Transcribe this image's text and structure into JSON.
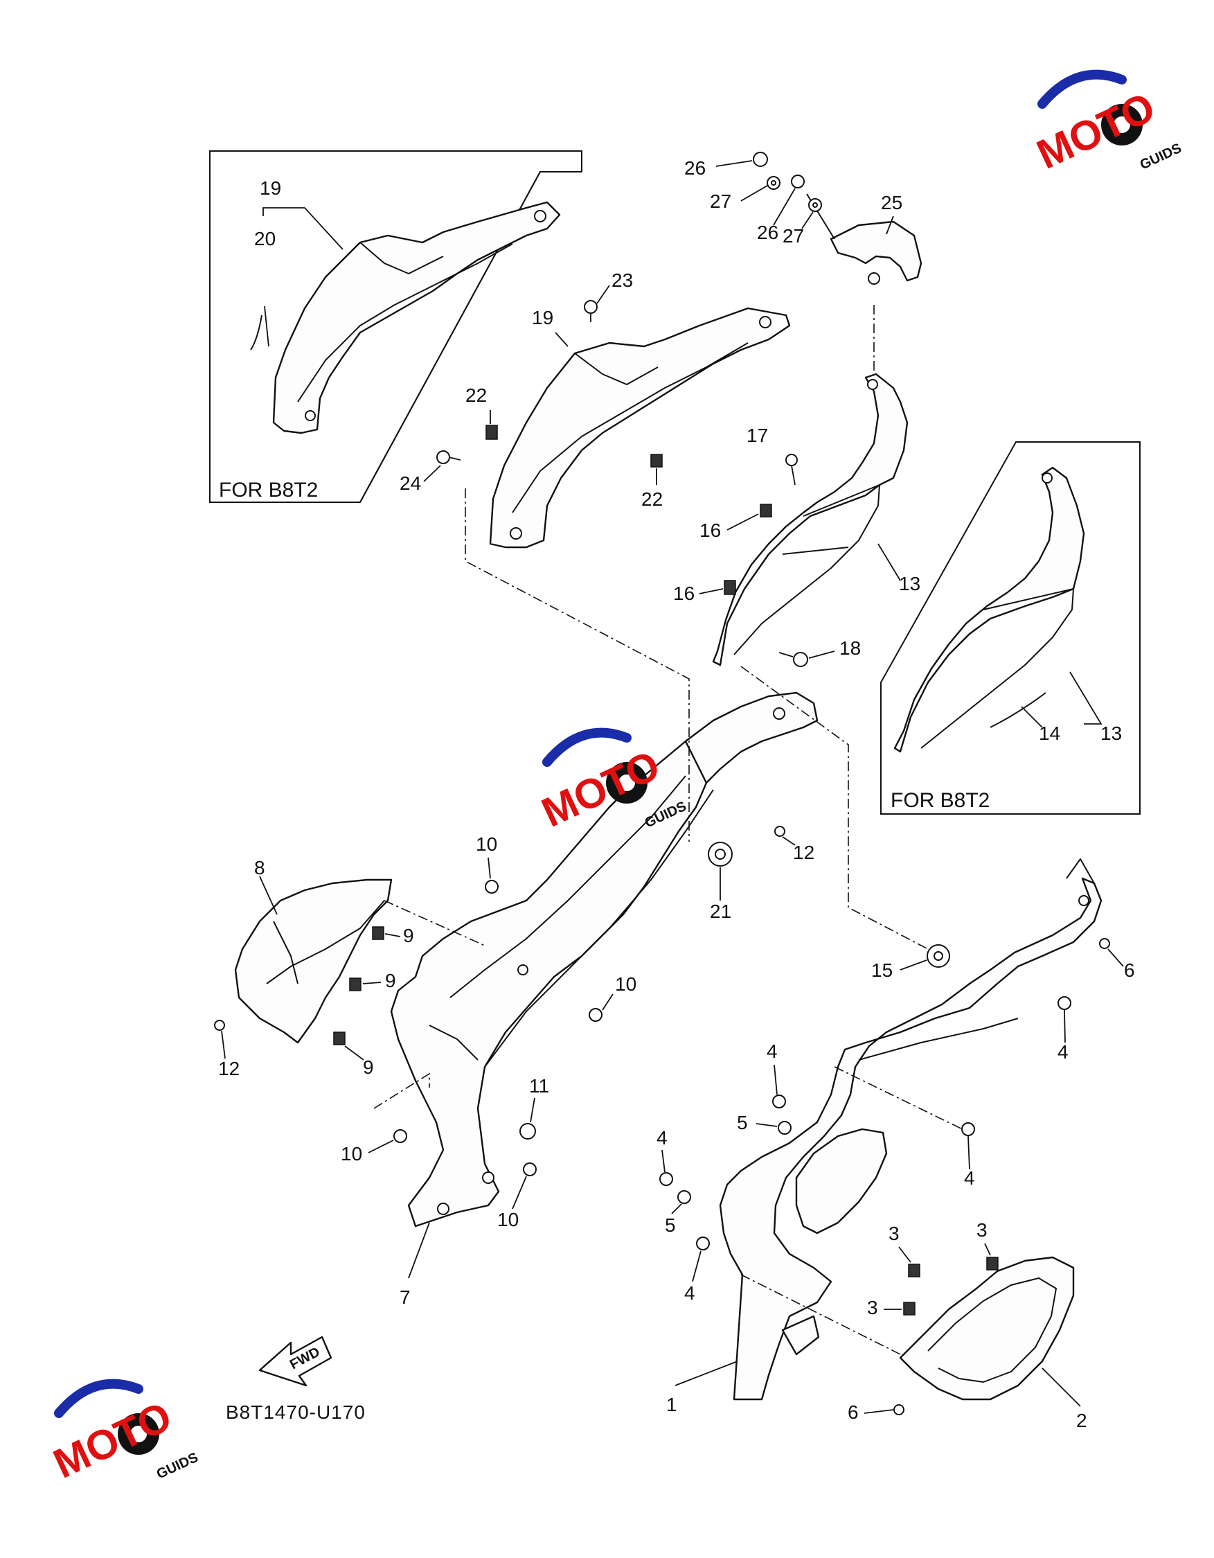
{
  "diagram": {
    "code": "B8T1470-U170",
    "fwd_label": "FWD",
    "inset_label_1": "FOR B8T2",
    "inset_label_2": "FOR B8T2",
    "callouts": {
      "c1": "1",
      "c2": "2",
      "c3a": "3",
      "c3b": "3",
      "c3c": "3",
      "c4a": "4",
      "c4b": "4",
      "c4c": "4",
      "c4d": "4",
      "c4e": "4",
      "c5a": "5",
      "c5b": "5",
      "c6a": "6",
      "c6b": "6",
      "c7": "7",
      "c8": "8",
      "c9a": "9",
      "c9b": "9",
      "c9c": "9",
      "c10a": "10",
      "c10b": "10",
      "c10c": "10",
      "c10d": "10",
      "c11": "11",
      "c12a": "12",
      "c12b": "12",
      "c13a": "13",
      "c13b": "13",
      "c14": "14",
      "c15": "15",
      "c16a": "16",
      "c16b": "16",
      "c17": "17",
      "c18": "18",
      "c19a": "19",
      "c19b": "19",
      "c20": "20",
      "c21": "21",
      "c22a": "22",
      "c22b": "22",
      "c23": "23",
      "c24": "24",
      "c25": "25",
      "c26a": "26",
      "c26b": "26",
      "c27a": "27",
      "c27b": "27"
    }
  },
  "watermark": {
    "brand_letters_red": "MOTO",
    "brand_suffix": "GUIDS",
    "arc_color": "#1a2ca8",
    "text_color": "#e01010"
  }
}
